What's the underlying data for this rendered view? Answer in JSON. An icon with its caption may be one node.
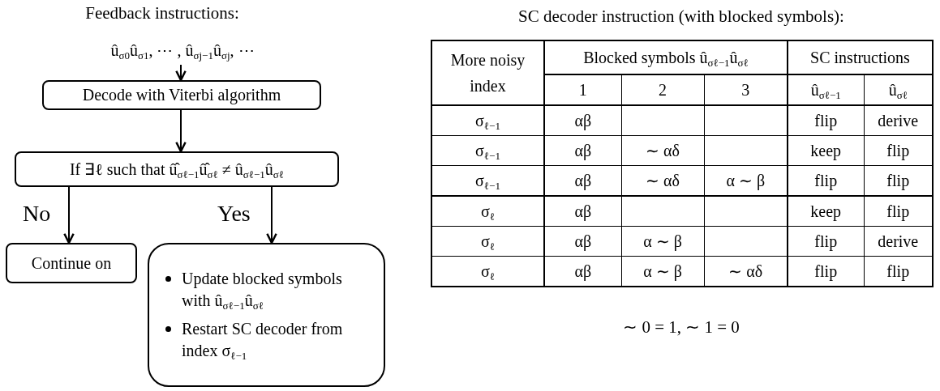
{
  "diagram": {
    "nodes": [
      {
        "text": [
          "û$_{σ0}$û$_{σ1}$, ⋯ , û$_{σj−1}$û$_{σj}$, ⋯"
        ]
      },
      {
        "text": [
          "Decode with Viterbi algorithm"
        ]
      },
      {
        "text": [
          "If ∃ℓ such that û̂$_{σℓ−1}$û̂$_{σℓ}$ ≠ û$_{σℓ−1}$û$_{σℓ}$"
        ]
      },
      {
        "text": [
          "Continue on"
        ]
      },
      {
        "text": [
          "Update blocked symbols with û$_{σℓ−1}$û$_{σℓ}$",
          "Restart SC decoder from index σ$_{ℓ−1}$"
        ]
      }
    ],
    "edges": [
      {
        "from": 0,
        "to": 1,
        "arrow": "to"
      },
      {
        "from": 1,
        "to": 2,
        "arrow": "to"
      },
      {
        "from": 2,
        "to": 3,
        "arrow": "to",
        "label": "No"
      },
      {
        "from": 2,
        "to": 4,
        "arrow": "to",
        "label": "Yes"
      }
    ],
    "labels": [
      "Feedback instructions:",
      "SC decoder instruction (with blocked symbols):",
      "More noisy index",
      "Blocked symbols û$_{σℓ−1}$û$_{σℓ}$",
      "SC instructions",
      "1",
      "2",
      "3",
      "û$_{σℓ−1}$",
      "û$_{σℓ}$",
      "σ$_{ℓ−1}$",
      "αβ",
      "flip",
      "derive",
      "σ$_{ℓ−1}$",
      "αβ",
      "∼ αδ",
      "keep",
      "flip",
      "σ$_{ℓ−1}$",
      "αβ",
      "∼ αδ",
      "α ∼ β",
      "flip",
      "flip",
      "σ$_{ℓ}$",
      "αβ",
      "keep",
      "flip",
      "σ$_{ℓ}$",
      "αβ",
      "α ∼ β",
      "flip",
      "derive",
      "σ$_{ℓ}$",
      "αβ",
      "α ∼ β",
      "∼ αδ",
      "flip",
      "flip",
      "∼ 0 = 1, ∼ 1 = 0"
    ]
  }
}
